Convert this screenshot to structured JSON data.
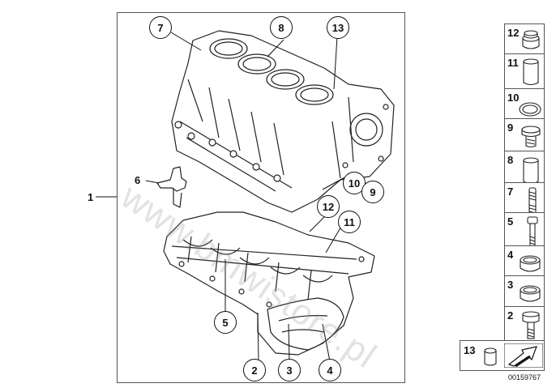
{
  "diagram": {
    "callouts": [
      "7",
      "8",
      "13",
      "10",
      "9",
      "12",
      "11",
      "5",
      "2",
      "3",
      "4"
    ],
    "assembly_label": "1",
    "sensor_label": "6",
    "watermark": "www.bmwistore.pl"
  },
  "parts_column": [
    {
      "number": "12",
      "icon": "screw-plug-icon"
    },
    {
      "number": "11",
      "icon": "dowel-sleeve-icon"
    },
    {
      "number": "10",
      "icon": "gasket-ring-icon"
    },
    {
      "number": "9",
      "icon": "screw-plug-icon"
    },
    {
      "number": "8",
      "icon": "dowel-sleeve-icon"
    },
    {
      "number": "7",
      "icon": "stud-icon"
    },
    {
      "number": "5",
      "icon": "bolt-icon"
    },
    {
      "number": "4",
      "icon": "sealing-cap-icon"
    },
    {
      "number": "3",
      "icon": "sealing-cap-icon"
    },
    {
      "number": "2",
      "icon": "hex-bolt-icon"
    }
  ],
  "legend": {
    "number": "13",
    "icon": "arrow-icon"
  },
  "reference_code": "00159767"
}
